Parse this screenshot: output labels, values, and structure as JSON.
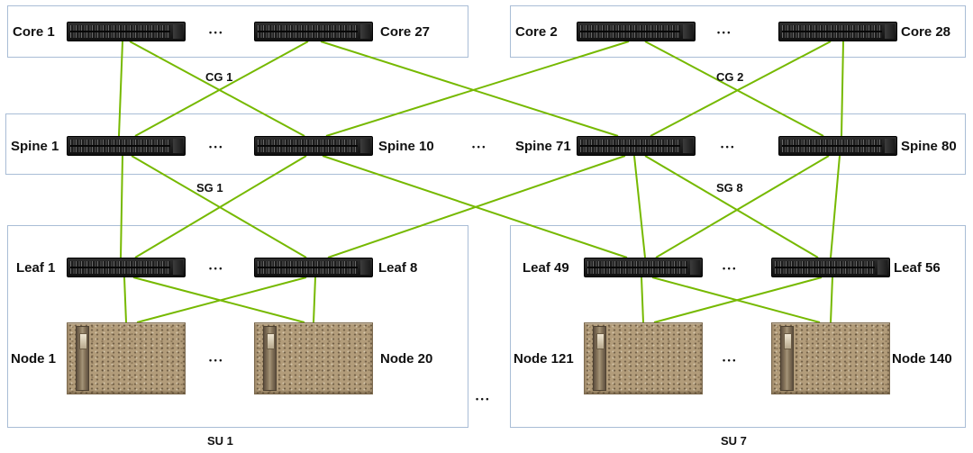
{
  "diagram": {
    "link_color": "#76b900",
    "core_groups": [
      {
        "group_label": "CG 1",
        "ellipsis": "•••",
        "switches": [
          {
            "label": "Core 1"
          },
          {
            "label": "Core 27"
          }
        ]
      },
      {
        "group_label": "CG 2",
        "ellipsis": "•••",
        "switches": [
          {
            "label": "Core 2"
          },
          {
            "label": "Core 28"
          }
        ]
      }
    ],
    "spine_groups": [
      {
        "group_label": "SG 1",
        "ellipsis": "•••",
        "switches": [
          {
            "label": "Spine 1"
          },
          {
            "label": "Spine 10"
          }
        ]
      },
      {
        "group_label": "SG 8",
        "ellipsis": "•••",
        "switches": [
          {
            "label": "Spine 71"
          },
          {
            "label": "Spine 80"
          }
        ]
      }
    ],
    "spine_mid_ellipsis": "•••",
    "su_groups": [
      {
        "group_label": "SU 1",
        "leaf_ellipsis": "•••",
        "node_ellipsis": "•••",
        "leaves": [
          {
            "label": "Leaf 1"
          },
          {
            "label": "Leaf 8"
          }
        ],
        "nodes": [
          {
            "label": "Node 1"
          },
          {
            "label": "Node 20"
          }
        ]
      },
      {
        "group_label": "SU 7",
        "leaf_ellipsis": "•••",
        "node_ellipsis": "•••",
        "leaves": [
          {
            "label": "Leaf 49"
          },
          {
            "label": "Leaf 56"
          }
        ],
        "nodes": [
          {
            "label": "Node 121"
          },
          {
            "label": "Node 140"
          }
        ]
      }
    ],
    "su_mid_ellipsis": "•••",
    "connections": [
      [
        "core1",
        "spine1",
        -4,
        -8
      ],
      [
        "core1",
        "spine10",
        4,
        -10
      ],
      [
        "core27",
        "spine1",
        -6,
        10
      ],
      [
        "core27",
        "spine71",
        8,
        -20
      ],
      [
        "core2",
        "spine10",
        -8,
        14
      ],
      [
        "core2",
        "spine80",
        10,
        -16
      ],
      [
        "core28",
        "spine71",
        -8,
        16
      ],
      [
        "core28",
        "spine80",
        6,
        4
      ],
      [
        "spine1",
        "leaf1",
        -4,
        -6
      ],
      [
        "spine1",
        "leaf8",
        6,
        -8
      ],
      [
        "spine10",
        "leaf1",
        -8,
        10
      ],
      [
        "spine10",
        "leaf49",
        10,
        -18
      ],
      [
        "spine71",
        "leaf8",
        -12,
        16
      ],
      [
        "spine71",
        "leaf49",
        -2,
        2
      ],
      [
        "spine71",
        "leaf56",
        10,
        -14
      ],
      [
        "spine80",
        "leaf49",
        -10,
        14
      ],
      [
        "spine80",
        "leaf56",
        2,
        0
      ],
      [
        "leaf1",
        "node1",
        -2,
        0
      ],
      [
        "leaf1",
        "node20",
        8,
        -10
      ],
      [
        "leaf8",
        "node1",
        -8,
        12
      ],
      [
        "leaf8",
        "node20",
        2,
        0
      ],
      [
        "leaf49",
        "node121",
        -2,
        0
      ],
      [
        "leaf49",
        "node140",
        10,
        -12
      ],
      [
        "leaf56",
        "node121",
        -10,
        12
      ],
      [
        "leaf56",
        "node140",
        2,
        0
      ]
    ]
  }
}
